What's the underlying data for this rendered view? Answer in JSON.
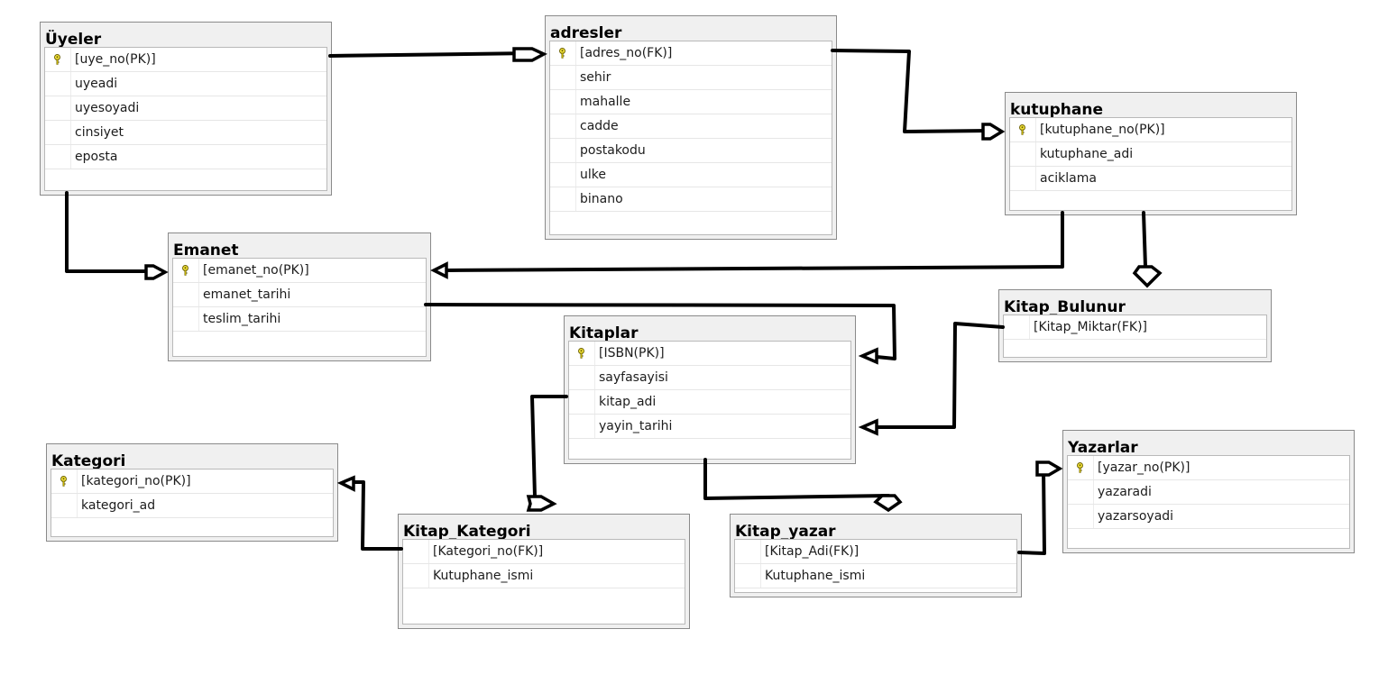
{
  "tables": [
    {
      "id": "uyeler",
      "title": "Üyeler",
      "rows": [
        {
          "key": true,
          "name": "[uye_no(PK)]"
        },
        {
          "key": false,
          "name": "uyeadi"
        },
        {
          "key": false,
          "name": "uyesoyadi"
        },
        {
          "key": false,
          "name": "cinsiyet"
        },
        {
          "key": false,
          "name": "eposta"
        }
      ]
    },
    {
      "id": "adresler",
      "title": "adresler",
      "rows": [
        {
          "key": true,
          "name": "[adres_no(FK)]"
        },
        {
          "key": false,
          "name": "sehir"
        },
        {
          "key": false,
          "name": "mahalle"
        },
        {
          "key": false,
          "name": "cadde"
        },
        {
          "key": false,
          "name": "postakodu"
        },
        {
          "key": false,
          "name": "ulke"
        },
        {
          "key": false,
          "name": "binano"
        }
      ]
    },
    {
      "id": "kutuphane",
      "title": "kutuphane",
      "rows": [
        {
          "key": true,
          "name": "[kutuphane_no(PK)]"
        },
        {
          "key": false,
          "name": "kutuphane_adi"
        },
        {
          "key": false,
          "name": "aciklama"
        }
      ]
    },
    {
      "id": "emanet",
      "title": "Emanet",
      "rows": [
        {
          "key": true,
          "name": "[emanet_no(PK)]"
        },
        {
          "key": false,
          "name": "emanet_tarihi"
        },
        {
          "key": false,
          "name": "teslim_tarihi"
        }
      ]
    },
    {
      "id": "kitap-bulunur",
      "title": "Kitap_Bulunur",
      "rows": [
        {
          "key": false,
          "name": "[Kitap_Miktar(FK)]"
        }
      ]
    },
    {
      "id": "kitaplar",
      "title": "Kitaplar",
      "rows": [
        {
          "key": true,
          "name": "[ISBN(PK)]"
        },
        {
          "key": false,
          "name": "sayfasayisi"
        },
        {
          "key": false,
          "name": "kitap_adi"
        },
        {
          "key": false,
          "name": "yayin_tarihi"
        }
      ]
    },
    {
      "id": "kategori",
      "title": "Kategori",
      "rows": [
        {
          "key": true,
          "name": "[kategori_no(PK)]"
        },
        {
          "key": false,
          "name": "kategori_ad"
        }
      ]
    },
    {
      "id": "kitap-kategori",
      "title": "Kitap_Kategori",
      "rows": [
        {
          "key": false,
          "name": "[Kategori_no(FK)]"
        },
        {
          "key": false,
          "name": "Kutuphane_ismi"
        }
      ]
    },
    {
      "id": "kitap-yazar",
      "title": "Kitap_yazar",
      "rows": [
        {
          "key": false,
          "name": "[Kitap_Adi(FK)]"
        },
        {
          "key": false,
          "name": "Kutuphane_ismi"
        }
      ]
    },
    {
      "id": "yazarlar",
      "title": "Yazarlar",
      "rows": [
        {
          "key": true,
          "name": "[yazar_no(PK)]"
        },
        {
          "key": false,
          "name": "yazaradi"
        },
        {
          "key": false,
          "name": "yazarsoyadi"
        }
      ]
    }
  ],
  "colors": {
    "title_bar": "#f0f0f0",
    "border": "#8a8a8a",
    "key_icon": "#f2e23a",
    "connector": "#000000"
  },
  "icons": {
    "primary_key": "key-icon"
  }
}
